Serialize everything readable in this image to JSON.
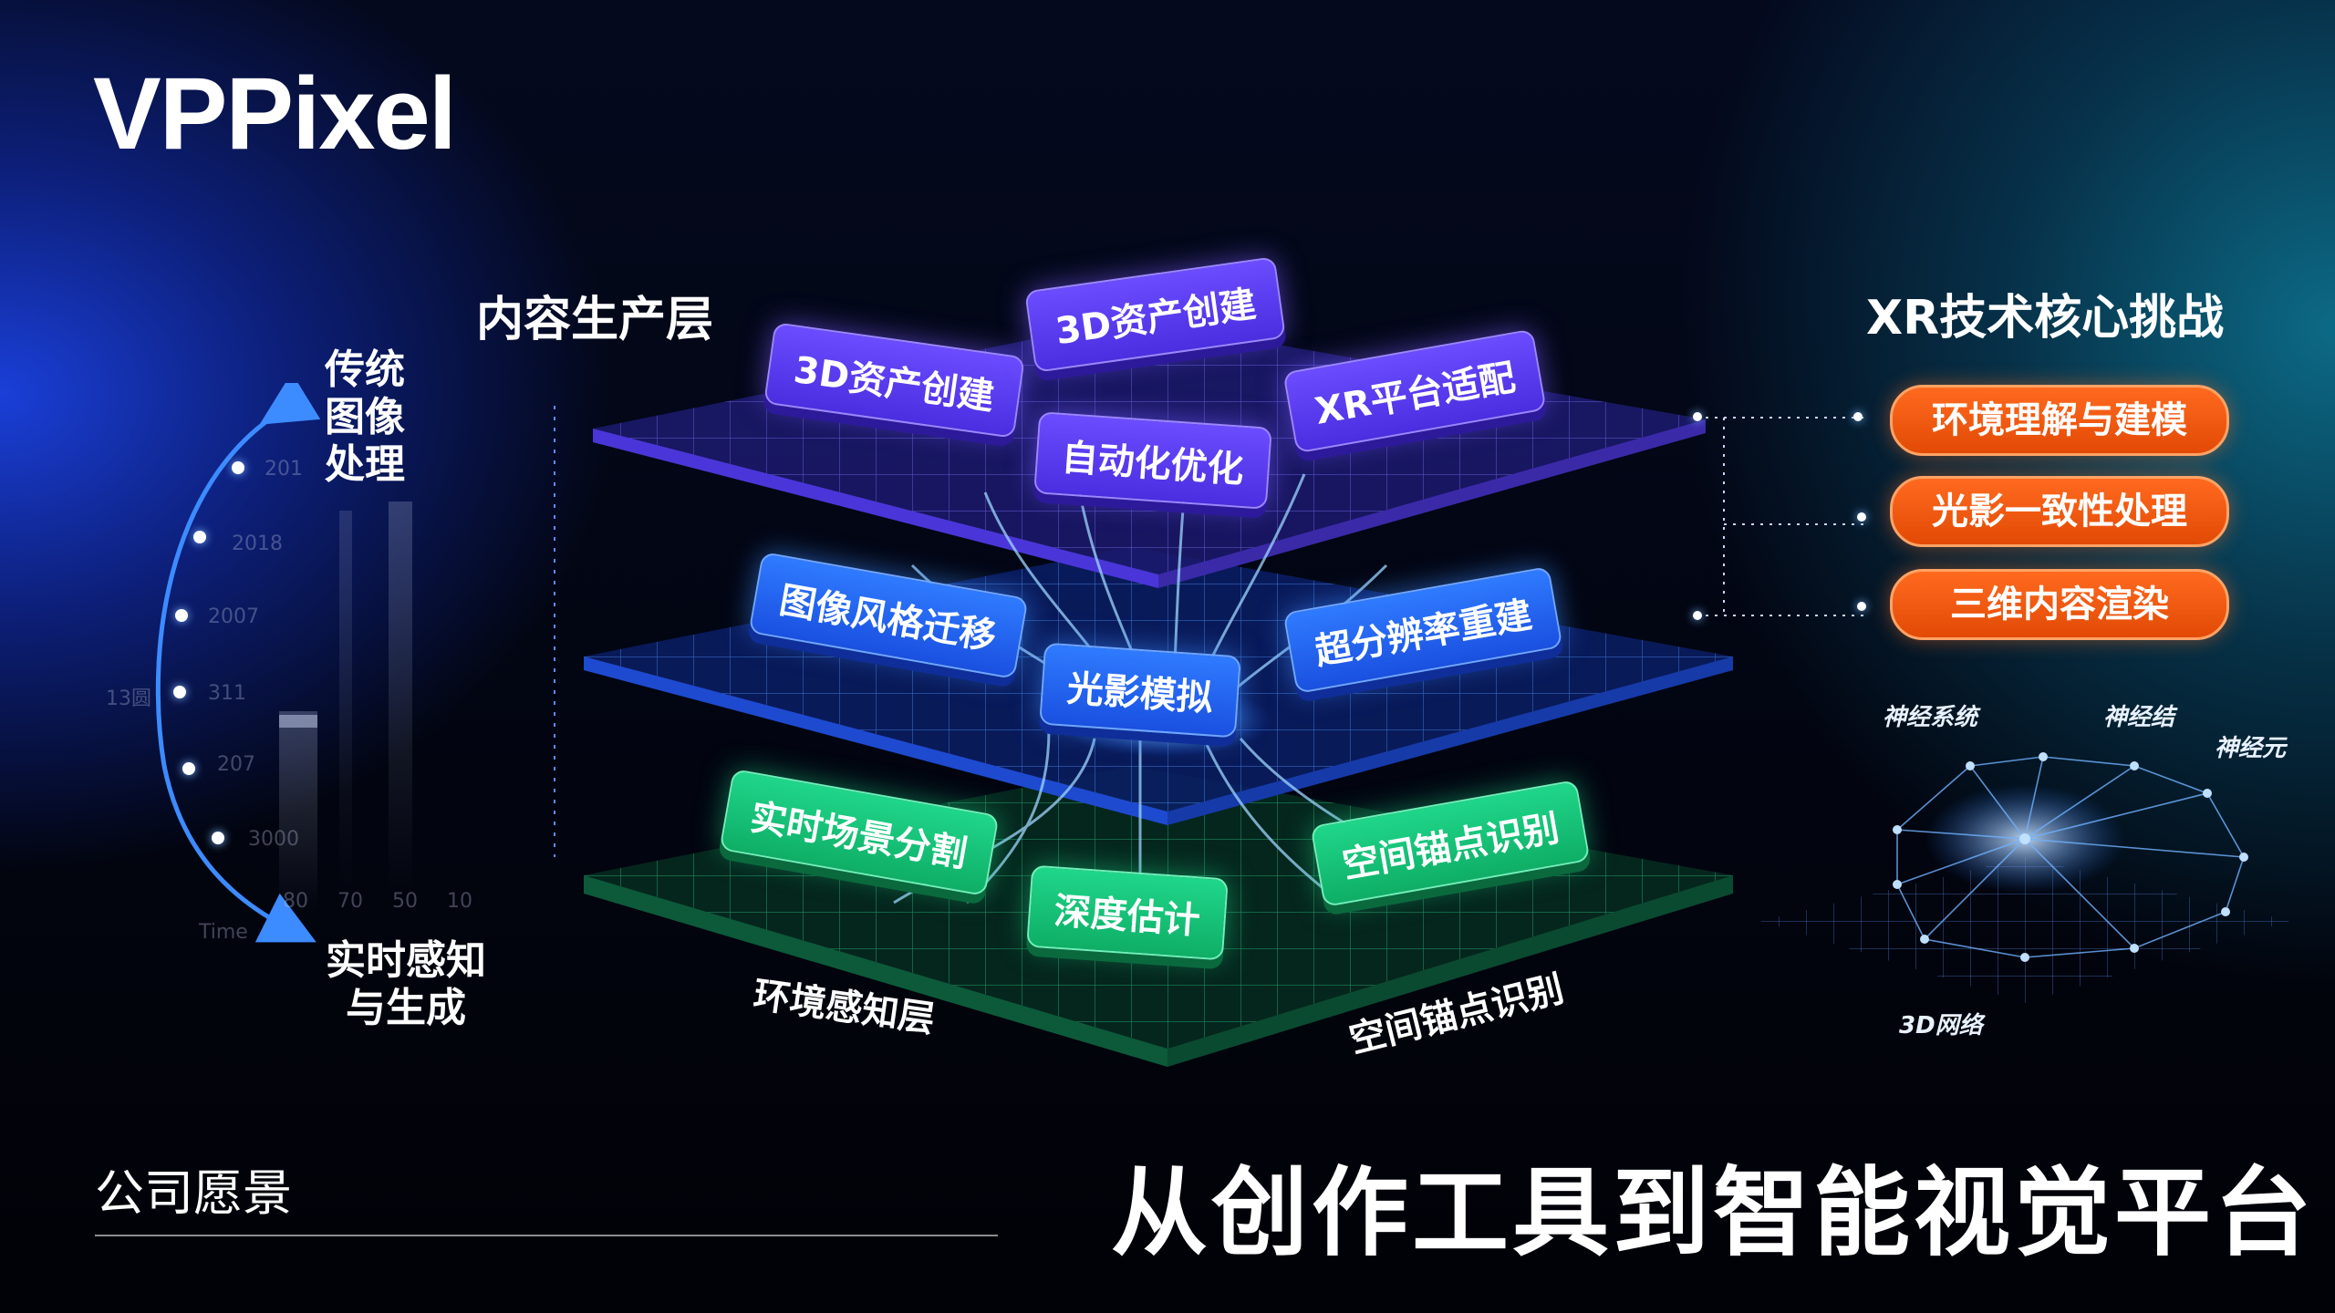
{
  "brand": {
    "logo": "VPPixel"
  },
  "layers": {
    "top_heading": "内容生产层",
    "top_tags": [
      "3D资产创建",
      "3D资产创建",
      "XR平台适配",
      "自动化优化"
    ],
    "middle_tags": [
      "图像风格迁移",
      "超分辨率重建",
      "光影模拟"
    ],
    "bottom_tags": [
      "实时场景分割",
      "空间锚点识别",
      "深度估计"
    ],
    "bottom_label_left": "环境感知层",
    "bottom_label_right": "空间锚点识别"
  },
  "timeline": {
    "start_label": "传统图像处理",
    "end_label": "实时感知与生成",
    "faint_ticks": [
      "201",
      "2018",
      "2007",
      "311",
      "207",
      "3000"
    ],
    "faint_left": "13圆",
    "faint_axis": [
      "80",
      "70",
      "50",
      "10"
    ],
    "faint_time": "Time"
  },
  "challenges": {
    "title": "XR技术核心挑战",
    "items": [
      "环境理解与建模",
      "光影一致性处理",
      "三维内容渲染"
    ]
  },
  "network": {
    "labels": [
      "神经系统",
      "神经结",
      "神经元",
      "3D网络"
    ]
  },
  "footer": {
    "section": "公司愿景",
    "headline": "从创作工具到智能视觉平台"
  },
  "colors": {
    "purple": "#5b3cf0",
    "blue": "#2a6bff",
    "green": "#16c27a",
    "orange": "#f0580f"
  }
}
